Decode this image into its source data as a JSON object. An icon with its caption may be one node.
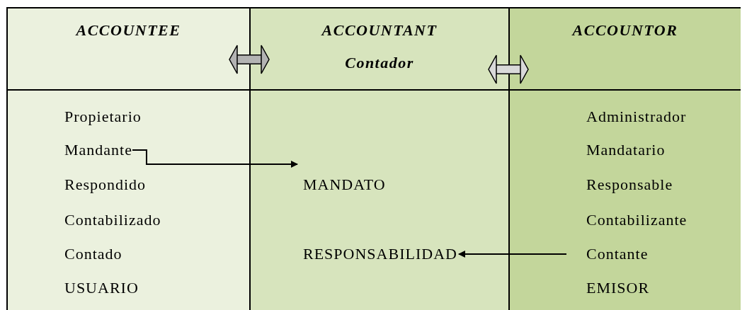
{
  "diagram": {
    "nodes": [
      {
        "text": [
          "ACCOUNTEE"
        ]
      },
      {
        "text": [
          "ACCOUNTANT",
          "Contador"
        ]
      },
      {
        "text": [
          "ACCOUNTOR"
        ]
      },
      {
        "text": [],
        "shape": "box"
      },
      {
        "text": [
          "Propietario"
        ],
        "in": 3
      },
      {
        "text": [
          "Mandante"
        ],
        "in": 3
      },
      {
        "text": [
          "Respondido"
        ],
        "in": 3
      },
      {
        "text": [
          "Contabilizado"
        ],
        "in": 3
      },
      {
        "text": [
          "Contado"
        ],
        "in": 3
      },
      {
        "text": [
          "USUARIO"
        ],
        "in": 3
      },
      {
        "text": [],
        "shape": "box"
      },
      {
        "text": [
          "MANDATO"
        ],
        "in": 10
      },
      {
        "text": [
          "RESPONSABILIDAD"
        ],
        "in": 10
      },
      {
        "text": [],
        "shape": "box"
      },
      {
        "text": [
          "Administrador"
        ],
        "in": 13
      },
      {
        "text": [
          "Mandatario"
        ],
        "in": 13
      },
      {
        "text": [
          "Responsable"
        ],
        "in": 13
      },
      {
        "text": [
          "Contabilizante"
        ],
        "in": 13
      },
      {
        "text": [
          "Contante"
        ],
        "in": 13
      },
      {
        "text": [
          "EMISOR"
        ],
        "in": 13
      }
    ],
    "edges": [
      {
        "from": 0,
        "to": 1,
        "arrow": "both",
        "style": "thick",
        "color": "#b3b3b3"
      },
      {
        "from": 1,
        "to": 2,
        "arrow": "both",
        "style": "thick",
        "color": "#d9d9d9"
      },
      {
        "from": 5,
        "to": 11,
        "arrow": "to"
      },
      {
        "from": 18,
        "to": 12,
        "arrow": "to"
      }
    ]
  }
}
